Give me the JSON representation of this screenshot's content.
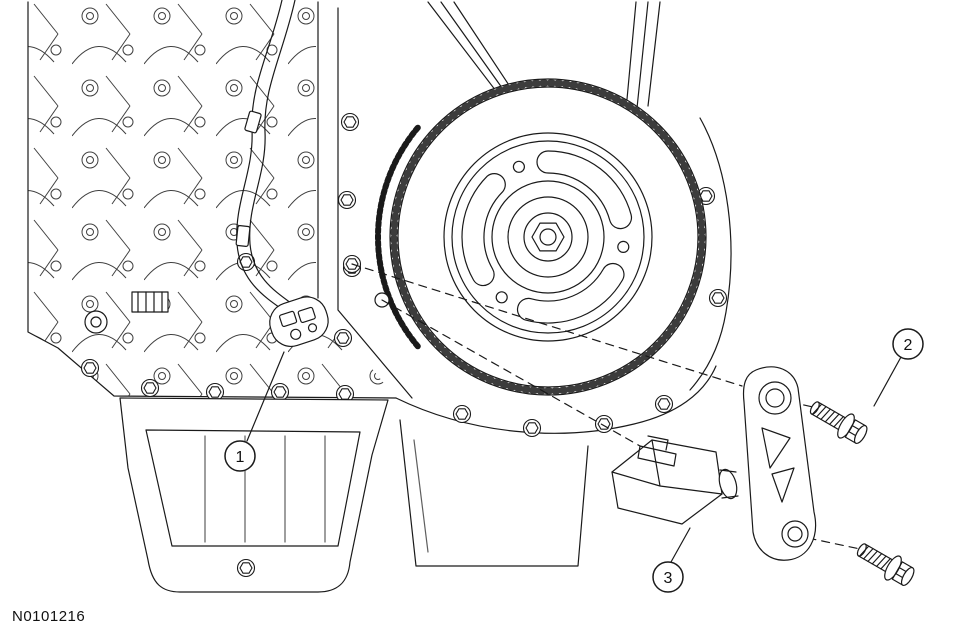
{
  "figure": {
    "id_label": "N0101216",
    "background_color": "#ffffff",
    "line_color": "#1a1a1a"
  },
  "callouts": [
    {
      "number": "1"
    },
    {
      "number": "2"
    },
    {
      "number": "3"
    }
  ]
}
